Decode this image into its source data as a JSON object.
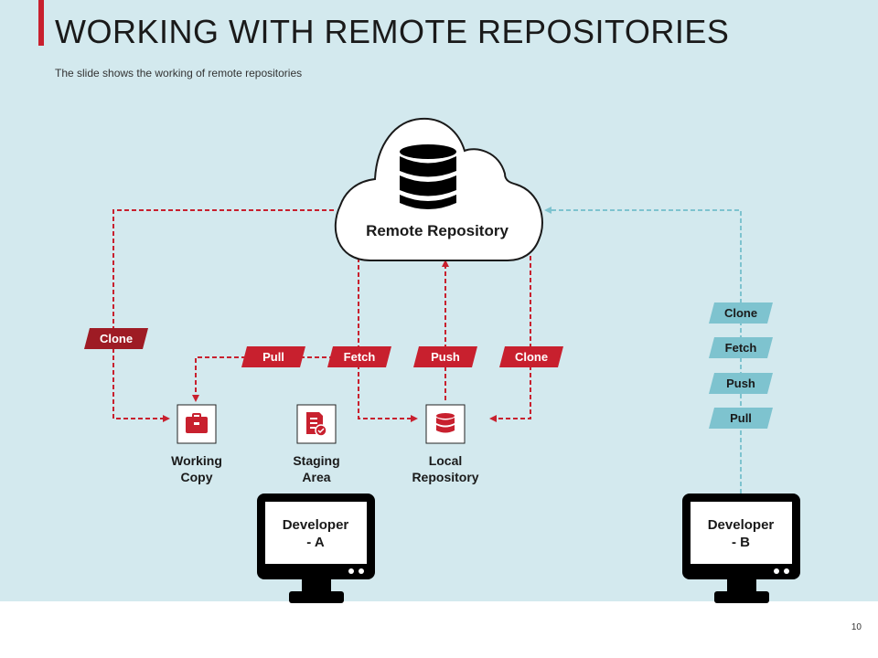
{
  "slide": {
    "title": "WORKING WITH REMOTE REPOSITORIES",
    "subtitle": "The slide shows the working of  remote repositories",
    "page_number": "10"
  },
  "colors": {
    "accent_red": "#c8202e",
    "dark_red": "#9e1b24",
    "teal": "#7ec3cf",
    "background": "#d3e9ee"
  },
  "diagram": {
    "remote": {
      "label": "Remote Repository",
      "icon": "database-icon"
    },
    "nodes": {
      "working_copy": {
        "label": "Working\nCopy",
        "icon": "briefcase-icon"
      },
      "staging_area": {
        "label": "Staging\nArea",
        "icon": "document-check-icon"
      },
      "local_repository": {
        "label": "Local\nRepository",
        "icon": "database-icon"
      }
    },
    "tags_a": {
      "clone_outer": "Clone",
      "pull": "Pull",
      "fetch": "Fetch",
      "push": "Push",
      "clone_right": "Clone"
    },
    "tags_b": [
      "Clone",
      "Fetch",
      "Push",
      "Pull"
    ],
    "developer_a": "Developer\n- A",
    "developer_b": "Developer\n- B"
  }
}
